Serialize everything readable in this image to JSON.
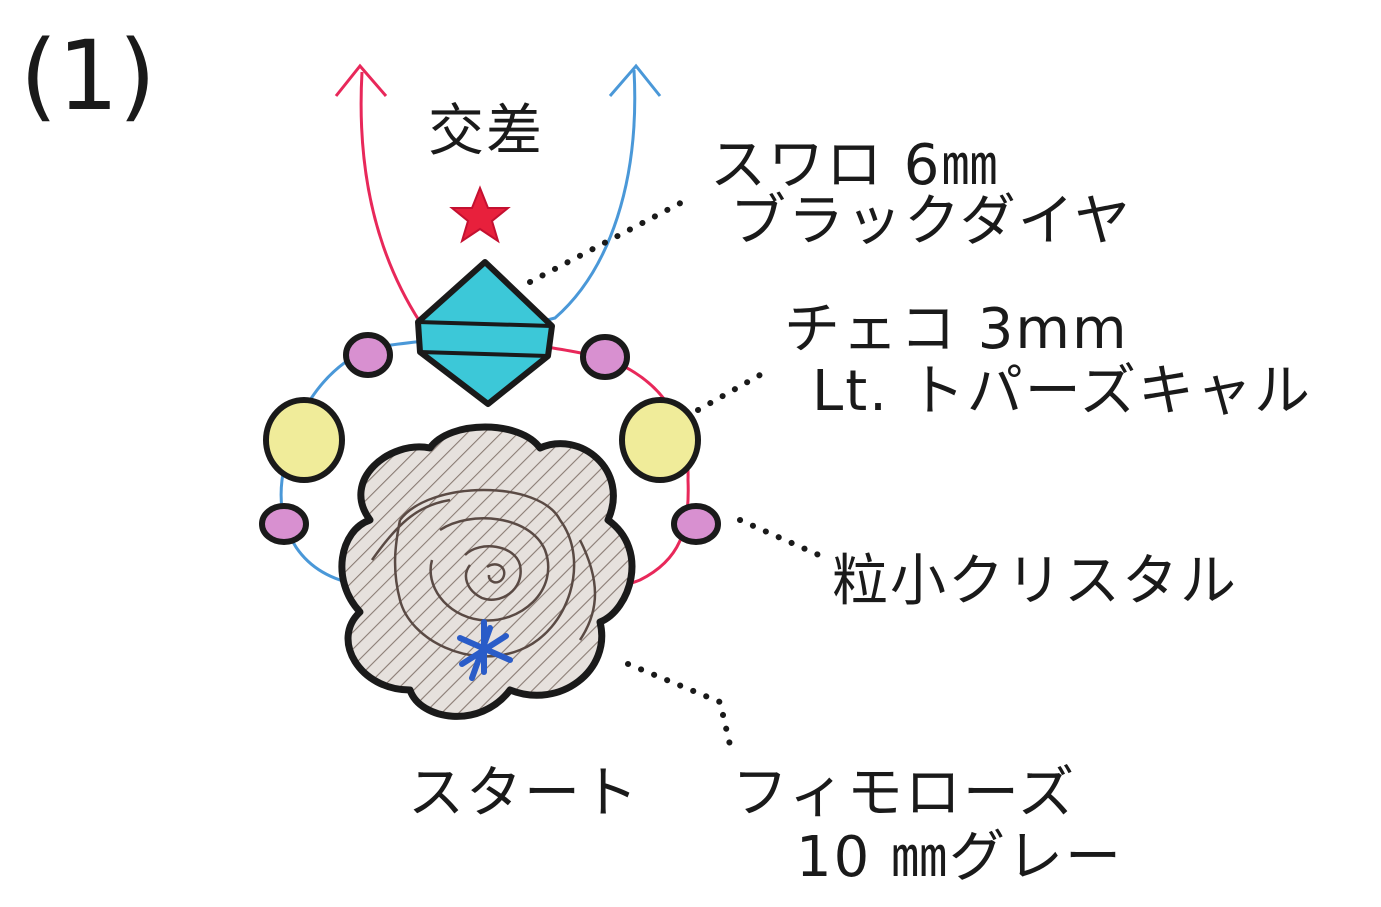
{
  "step": "(1)",
  "labels": {
    "cross": "交差",
    "swaro_line1": "スワロ 6㎜",
    "swaro_line2": "ブラックダイヤ",
    "czech_line1": "チェコ 3mm",
    "czech_line2": "Lt. トパーズキャル",
    "crystal": "粒小クリスタル",
    "start": "スタート",
    "rose_line1": "フィモローズ",
    "rose_line2": "10 ㎜グレー"
  },
  "colors": {
    "pink_thread": "#e8285a",
    "blue_thread": "#4a98d8",
    "diamond": "#3cc8d8",
    "yellow_bead": "#f0ec9a",
    "pink_bead": "#d890d0",
    "rose_fill": "#e6e1dd",
    "star_red": "#e8203c",
    "star_blue": "#2a5cc8",
    "outline": "#1a1a1a"
  },
  "icons": [
    "red-star-icon",
    "blue-star-icon"
  ]
}
